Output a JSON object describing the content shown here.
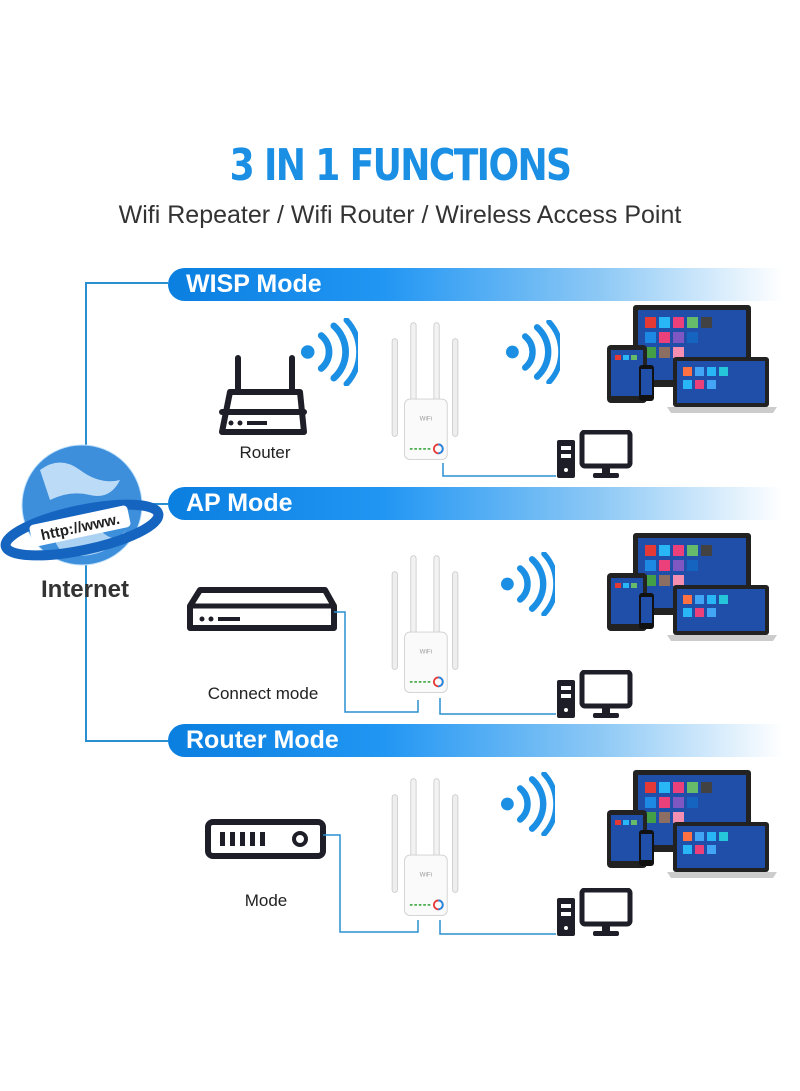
{
  "header": {
    "title": "3 IN 1 FUNCTIONS",
    "subtitle": "Wifi Repeater / Wifi Router / Wireless Access Point"
  },
  "internet": {
    "label": "Internet",
    "globe_text": "http://www."
  },
  "modes": [
    {
      "banner": "WISP Mode",
      "source_label": "Router",
      "source_icon": "router-icon"
    },
    {
      "banner": "AP Mode",
      "source_label": "Connect mode",
      "source_icon": "switch-icon"
    },
    {
      "banner": "Router Mode",
      "source_label": "Mode",
      "source_icon": "modem-icon"
    }
  ],
  "colors": {
    "accent": "#1b8fe3",
    "line": "#2a8fd0",
    "icon": "#1e1e28"
  }
}
